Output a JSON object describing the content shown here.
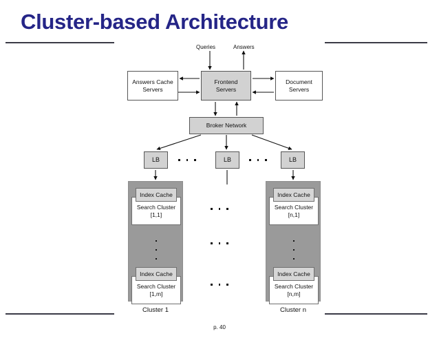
{
  "slide": {
    "title": "Cluster-based Architecture",
    "page_number": "p. 40",
    "title_color": "#252587",
    "rule_color": "#3a3a46"
  },
  "diagram": {
    "io_labels": {
      "queries": "Queries",
      "answers": "Answers"
    },
    "top_row": [
      {
        "name": "answers-cache-servers",
        "line1": "Answers Cache",
        "line2": "Servers",
        "fill": "#ffffff"
      },
      {
        "name": "frontend-servers",
        "line1": "Frontend",
        "line2": "Servers",
        "fill": "#d2d2d2"
      },
      {
        "name": "document-servers",
        "line1": "Document",
        "line2": "Servers",
        "fill": "#ffffff"
      }
    ],
    "broker": {
      "label": "Broker Network",
      "fill": "#d2d2d2"
    },
    "load_balancers": [
      {
        "label": "LB"
      },
      {
        "label": "LB"
      },
      {
        "label": "LB"
      }
    ],
    "clusters": [
      {
        "caption": "Cluster 1",
        "fill": "#9a9a9a",
        "nodes": [
          {
            "cache_label": "Index Cache",
            "line1": "Search Cluster",
            "line2": "[1,1]"
          },
          {
            "cache_label": "Index Cache",
            "line1": "Search Cluster",
            "line2": "[1,m]"
          }
        ]
      },
      {
        "caption": "Cluster n",
        "fill": "#9a9a9a",
        "nodes": [
          {
            "cache_label": "Index Cache",
            "line1": "Search Cluster",
            "line2": "[n,1]"
          },
          {
            "cache_label": "Index Cache",
            "line1": "Search Cluster",
            "line2": "[n,m]"
          }
        ]
      }
    ]
  }
}
